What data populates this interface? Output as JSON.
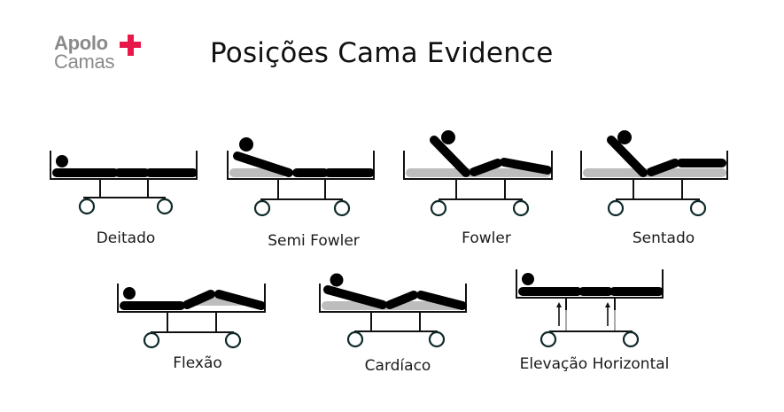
{
  "logo": {
    "line1": "Apolo",
    "line2": "Camas",
    "plus_icon": "red-plus",
    "text_color": "#8a8a8a",
    "accent_color": "#e8194a"
  },
  "title": "Posições Cama Evidence",
  "colors": {
    "figure": "#000000",
    "mattress_shadow": "#bdbdbd",
    "frame": "#111111",
    "wheel": "#0f2a2a"
  },
  "positions": [
    {
      "id": "deitado",
      "label": "Deitado"
    },
    {
      "id": "semi-fowler",
      "label": "Semi Fowler"
    },
    {
      "id": "fowler",
      "label": "Fowler"
    },
    {
      "id": "sentado",
      "label": "Sentado"
    },
    {
      "id": "flexao",
      "label": "Flexão"
    },
    {
      "id": "cardiaco",
      "label": "Cardíaco"
    },
    {
      "id": "elevacao-horizontal",
      "label": "Elevação Horizontal"
    }
  ]
}
